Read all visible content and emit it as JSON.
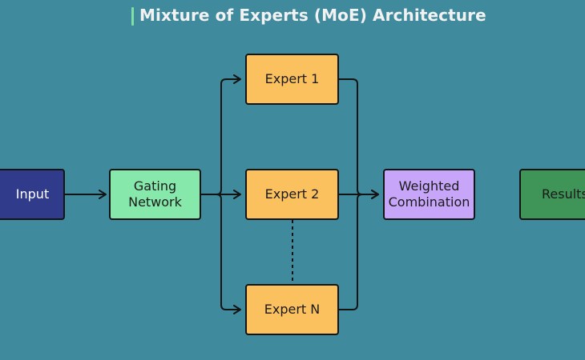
{
  "title": "Mixture of Experts (MoE) Architecture",
  "colors": {
    "background": "#3f8b9d",
    "title_accent": "#7ee0a6",
    "input": "#313b8c",
    "gating": "#86e8aa",
    "expert": "#fcc15f",
    "combination": "#c7a6f9",
    "results": "#3f9458",
    "edge": "#141414"
  },
  "nodes": {
    "input": {
      "label": "Input"
    },
    "gating": {
      "line1": "Gating",
      "line2": "Network"
    },
    "expert1": {
      "label": "Expert 1"
    },
    "expert2": {
      "label": "Expert 2"
    },
    "expertN": {
      "label": "Expert N"
    },
    "combination": {
      "line1": "Weighted",
      "line2": "Combination"
    },
    "results": {
      "label": "Results"
    }
  }
}
